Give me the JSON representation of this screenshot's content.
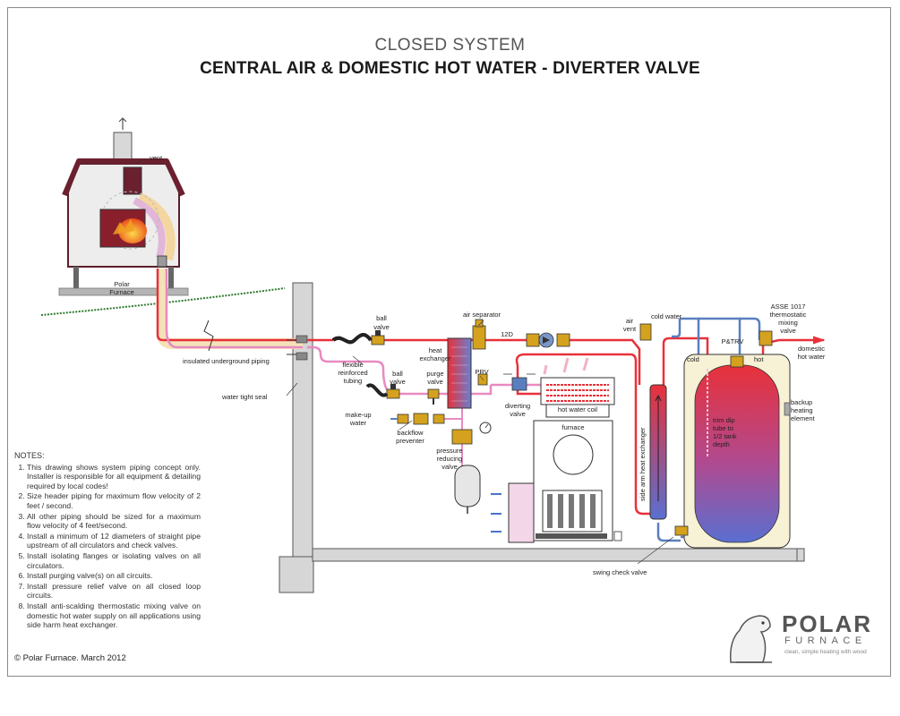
{
  "header": {
    "subtitle": "CLOSED SYSTEM",
    "title": "CENTRAL AIR & DOMESTIC HOT WATER - DIVERTER VALVE"
  },
  "labels": {
    "vent": "vent",
    "polar": "Polar",
    "furnace": "Furnace",
    "ball_valve_top_1": "ball",
    "ball_valve_top_2": "valve",
    "insulated_piping": "insulated underground piping",
    "water_tight_seal": "water tight seal",
    "flexible_1": "flexible",
    "flexible_2": "reinforced",
    "flexible_3": "tubing",
    "ball_valve_low_1": "ball",
    "ball_valve_low_2": "valve",
    "purge_1": "purge",
    "purge_2": "valve",
    "makeup_1": "make-up",
    "makeup_2": "water",
    "backflow_1": "backflow",
    "backflow_2": "preventer",
    "prv_reducing_1": "pressure",
    "prv_reducing_2": "reducing",
    "prv_reducing_3": "valve",
    "air_separator": "air separator",
    "heat_exchanger_1": "heat",
    "heat_exchanger_2": "exchanger",
    "prv": "PRV",
    "pump_12d": "12D",
    "diverting_1": "diverting",
    "diverting_2": "valve",
    "hot_water_coil": "hot water coil",
    "furnace_unit": "furnace",
    "air_vent_1": "air",
    "air_vent_2": "vent",
    "cold_water": "cold water",
    "side_arm": "side arm heat exchanger",
    "cold": "cold",
    "ptrv": "P&TRV",
    "hot": "hot",
    "asse_1": "ASSE 1017",
    "asse_2": "thermostatic",
    "asse_3": "mixing",
    "asse_4": "valve",
    "domestic_1": "domestic",
    "domestic_2": "hot water",
    "backup_1": "backup",
    "backup_2": "heating",
    "backup_3": "element",
    "trim_1": "trim dip",
    "trim_2": "tube to",
    "trim_3": "1/2 tank",
    "trim_4": "depth",
    "swing_check": "swing check valve"
  },
  "notes": {
    "heading": "NOTES:",
    "items": [
      "This drawing shows system piping concept only. Installer is responsible for all equipment & detailing required by local codes!",
      "Size header piping for maximum flow velocity of 2 feet / second.",
      "All other piping should be sized for a maximum flow velocity of 4 feet/second.",
      "Install a minimum of 12 diameters of straight pipe upstream of all circulators and check valves.",
      "Install isolating flanges or isolating valves on all circulators.",
      "Install purging valve(s) on all circuits.",
      "Install pressure relief valve on all closed loop circuits.",
      "Install anti-scalding thermostatic mixing valve on domestic hot water supply on all applications using side harm heat exchanger."
    ]
  },
  "footer": {
    "copyright": "© Polar Furnace. March 2012"
  },
  "logo": {
    "brand_top": "POLAR",
    "brand_bottom": "FURNACE",
    "tagline": "clean, simple heating with wood"
  },
  "colors": {
    "supply": "#e8313a",
    "return_pink": "#e88ac0",
    "cold": "#5a7fc0",
    "brass": "#d4a21e",
    "outline": "#333333"
  }
}
